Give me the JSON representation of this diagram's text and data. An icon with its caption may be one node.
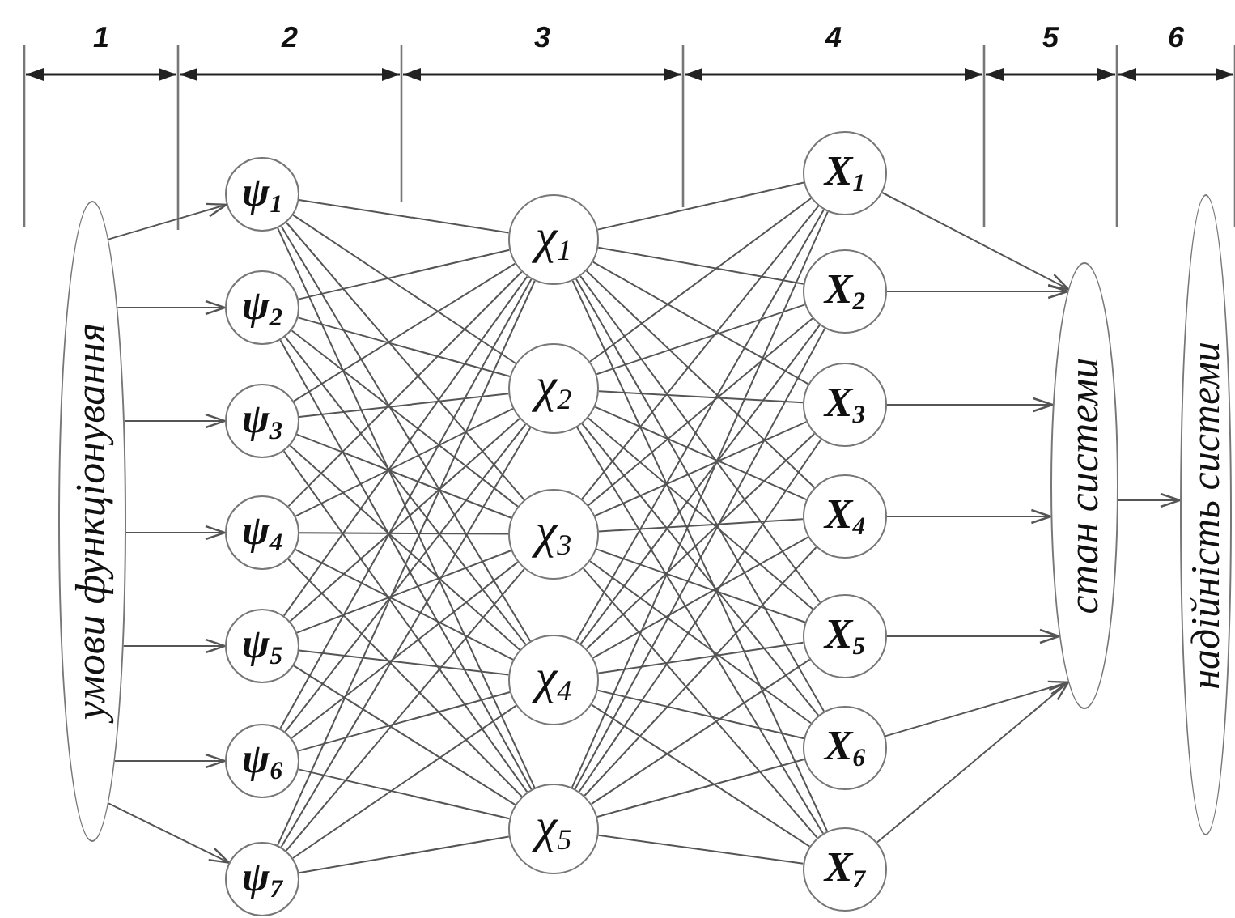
{
  "diagram": {
    "nodes": [
      {
        "text": [
          "умови функціонування"
        ]
      },
      {
        "text": [
          "ψ$_{1}$"
        ]
      },
      {
        "text": [
          "ψ$_{2}$"
        ]
      },
      {
        "text": [
          "ψ$_{3}$"
        ]
      },
      {
        "text": [
          "ψ$_{4}$"
        ]
      },
      {
        "text": [
          "ψ$_{5}$"
        ]
      },
      {
        "text": [
          "ψ$_{6}$"
        ]
      },
      {
        "text": [
          "ψ$_{7}$"
        ]
      },
      {
        "text": [
          "χ$_{1}$"
        ]
      },
      {
        "text": [
          "χ$_{2}$"
        ]
      },
      {
        "text": [
          "χ$_{3}$"
        ]
      },
      {
        "text": [
          "χ$_{4}$"
        ]
      },
      {
        "text": [
          "χ$_{5}$"
        ]
      },
      {
        "text": [
          "X$_{1}$"
        ]
      },
      {
        "text": [
          "X$_{2}$"
        ]
      },
      {
        "text": [
          "X$_{3}$"
        ]
      },
      {
        "text": [
          "X$_{4}$"
        ]
      },
      {
        "text": [
          "X$_{5}$"
        ]
      },
      {
        "text": [
          "X$_{6}$"
        ]
      },
      {
        "text": [
          "X$_{7}$"
        ]
      },
      {
        "text": [
          "стан системи"
        ]
      },
      {
        "text": [
          "надійність системи"
        ]
      }
    ],
    "edges": [
      {
        "from": 0,
        "to": 1,
        "arrow": "to"
      },
      {
        "from": 0,
        "to": 2,
        "arrow": "to"
      },
      {
        "from": 0,
        "to": 3,
        "arrow": "to"
      },
      {
        "from": 0,
        "to": 4,
        "arrow": "to"
      },
      {
        "from": 0,
        "to": 5,
        "arrow": "to"
      },
      {
        "from": 0,
        "to": 6,
        "arrow": "to"
      },
      {
        "from": 0,
        "to": 7,
        "arrow": "to"
      },
      {
        "from": 1,
        "to": 8,
        "arrow": "none"
      },
      {
        "from": 1,
        "to": 9,
        "arrow": "none"
      },
      {
        "from": 1,
        "to": 10,
        "arrow": "none"
      },
      {
        "from": 1,
        "to": 11,
        "arrow": "none"
      },
      {
        "from": 1,
        "to": 12,
        "arrow": "none"
      },
      {
        "from": 2,
        "to": 8,
        "arrow": "none"
      },
      {
        "from": 2,
        "to": 9,
        "arrow": "none"
      },
      {
        "from": 2,
        "to": 10,
        "arrow": "none"
      },
      {
        "from": 2,
        "to": 11,
        "arrow": "none"
      },
      {
        "from": 2,
        "to": 12,
        "arrow": "none"
      },
      {
        "from": 3,
        "to": 8,
        "arrow": "none"
      },
      {
        "from": 3,
        "to": 9,
        "arrow": "none"
      },
      {
        "from": 3,
        "to": 10,
        "arrow": "none"
      },
      {
        "from": 3,
        "to": 11,
        "arrow": "none"
      },
      {
        "from": 3,
        "to": 12,
        "arrow": "none"
      },
      {
        "from": 4,
        "to": 8,
        "arrow": "none"
      },
      {
        "from": 4,
        "to": 9,
        "arrow": "none"
      },
      {
        "from": 4,
        "to": 10,
        "arrow": "none"
      },
      {
        "from": 4,
        "to": 11,
        "arrow": "none"
      },
      {
        "from": 4,
        "to": 12,
        "arrow": "none"
      },
      {
        "from": 5,
        "to": 8,
        "arrow": "none"
      },
      {
        "from": 5,
        "to": 9,
        "arrow": "none"
      },
      {
        "from": 5,
        "to": 10,
        "arrow": "none"
      },
      {
        "from": 5,
        "to": 11,
        "arrow": "none"
      },
      {
        "from": 5,
        "to": 12,
        "arrow": "none"
      },
      {
        "from": 6,
        "to": 8,
        "arrow": "none"
      },
      {
        "from": 6,
        "to": 9,
        "arrow": "none"
      },
      {
        "from": 6,
        "to": 10,
        "arrow": "none"
      },
      {
        "from": 6,
        "to": 11,
        "arrow": "none"
      },
      {
        "from": 6,
        "to": 12,
        "arrow": "none"
      },
      {
        "from": 7,
        "to": 8,
        "arrow": "none"
      },
      {
        "from": 7,
        "to": 9,
        "arrow": "none"
      },
      {
        "from": 7,
        "to": 10,
        "arrow": "none"
      },
      {
        "from": 7,
        "to": 11,
        "arrow": "none"
      },
      {
        "from": 7,
        "to": 12,
        "arrow": "none"
      },
      {
        "from": 8,
        "to": 13,
        "arrow": "none"
      },
      {
        "from": 8,
        "to": 14,
        "arrow": "none"
      },
      {
        "from": 8,
        "to": 15,
        "arrow": "none"
      },
      {
        "from": 8,
        "to": 16,
        "arrow": "none"
      },
      {
        "from": 8,
        "to": 17,
        "arrow": "none"
      },
      {
        "from": 8,
        "to": 18,
        "arrow": "none"
      },
      {
        "from": 8,
        "to": 19,
        "arrow": "none"
      },
      {
        "from": 9,
        "to": 13,
        "arrow": "none"
      },
      {
        "from": 9,
        "to": 14,
        "arrow": "none"
      },
      {
        "from": 9,
        "to": 15,
        "arrow": "none"
      },
      {
        "from": 9,
        "to": 16,
        "arrow": "none"
      },
      {
        "from": 9,
        "to": 17,
        "arrow": "none"
      },
      {
        "from": 9,
        "to": 18,
        "arrow": "none"
      },
      {
        "from": 9,
        "to": 19,
        "arrow": "none"
      },
      {
        "from": 10,
        "to": 13,
        "arrow": "none"
      },
      {
        "from": 10,
        "to": 14,
        "arrow": "none"
      },
      {
        "from": 10,
        "to": 15,
        "arrow": "none"
      },
      {
        "from": 10,
        "to": 16,
        "arrow": "none"
      },
      {
        "from": 10,
        "to": 17,
        "arrow": "none"
      },
      {
        "from": 10,
        "to": 18,
        "arrow": "none"
      },
      {
        "from": 10,
        "to": 19,
        "arrow": "none"
      },
      {
        "from": 11,
        "to": 13,
        "arrow": "none"
      },
      {
        "from": 11,
        "to": 14,
        "arrow": "none"
      },
      {
        "from": 11,
        "to": 15,
        "arrow": "none"
      },
      {
        "from": 11,
        "to": 16,
        "arrow": "none"
      },
      {
        "from": 11,
        "to": 17,
        "arrow": "none"
      },
      {
        "from": 11,
        "to": 18,
        "arrow": "none"
      },
      {
        "from": 11,
        "to": 19,
        "arrow": "none"
      },
      {
        "from": 12,
        "to": 13,
        "arrow": "none"
      },
      {
        "from": 12,
        "to": 14,
        "arrow": "none"
      },
      {
        "from": 12,
        "to": 15,
        "arrow": "none"
      },
      {
        "from": 12,
        "to": 16,
        "arrow": "none"
      },
      {
        "from": 12,
        "to": 17,
        "arrow": "none"
      },
      {
        "from": 12,
        "to": 18,
        "arrow": "none"
      },
      {
        "from": 12,
        "to": 19,
        "arrow": "none"
      },
      {
        "from": 13,
        "to": 20,
        "arrow": "to"
      },
      {
        "from": 14,
        "to": 20,
        "arrow": "to"
      },
      {
        "from": 15,
        "to": 20,
        "arrow": "to"
      },
      {
        "from": 16,
        "to": 20,
        "arrow": "to"
      },
      {
        "from": 17,
        "to": 20,
        "arrow": "to"
      },
      {
        "from": 18,
        "to": 20,
        "arrow": "to"
      },
      {
        "from": 19,
        "to": 20,
        "arrow": "to"
      },
      {
        "from": 20,
        "to": 21,
        "arrow": "to"
      }
    ],
    "labels": [
      "1",
      "2",
      "3",
      "4",
      "5",
      "6"
    ]
  }
}
